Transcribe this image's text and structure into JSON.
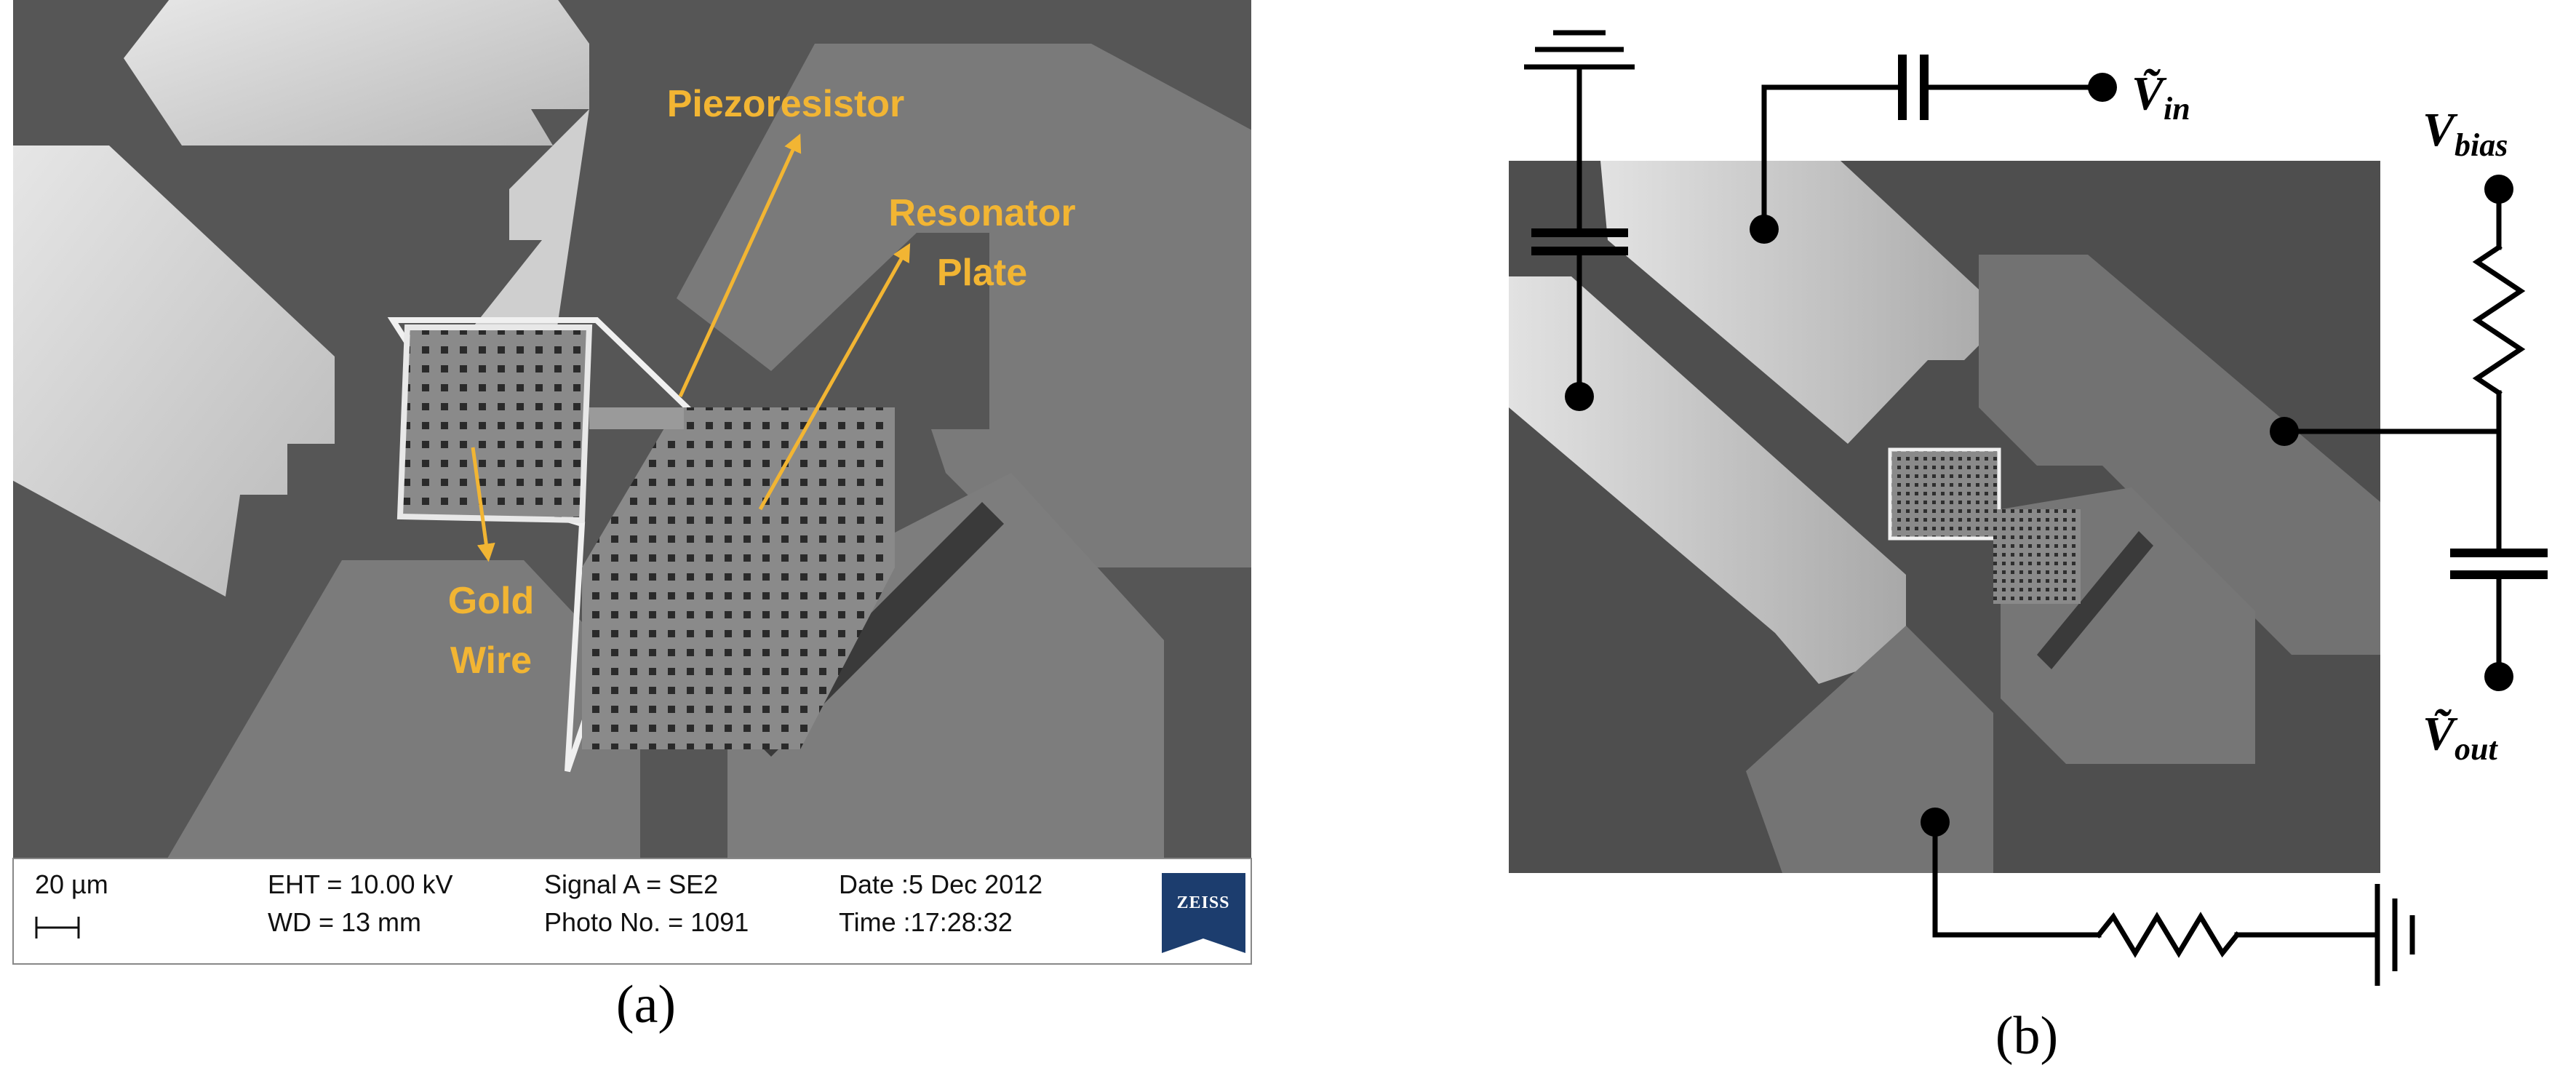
{
  "colors": {
    "annotation": "#f2b533",
    "sem_background": "#565656",
    "substrate": "#4e4e4e",
    "electrode_light": "#d4d4d4",
    "electrode_mid": "#7a7a7a",
    "wire": "#000000"
  },
  "panel_a": {
    "sub_label": "(a)",
    "annotations": {
      "piezoresistor": "Piezoresistor",
      "resonator_line1": "Resonator",
      "resonator_line2": "Plate",
      "gold_line1": "Gold",
      "gold_line2": "Wire"
    },
    "info_bar": {
      "scale": "20 µm",
      "eht": "EHT = 10.00 kV",
      "wd": "WD =   13 mm",
      "signal": "Signal A = SE2",
      "photo": "Photo No. = 1091",
      "date": "Date :5 Dec 2012",
      "time": "Time :17:28:32",
      "logo": "ZEISS"
    }
  },
  "panel_b": {
    "sub_label": "(b)",
    "v_in": "Ṽ",
    "v_in_sub": "in",
    "v_bias": "V",
    "v_bias_sub": "bias",
    "v_out": "Ṽ",
    "v_out_sub": "out"
  }
}
